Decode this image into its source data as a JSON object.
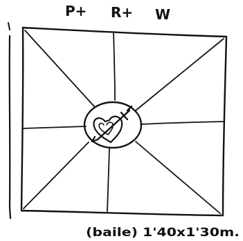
{
  "top_labels": [
    "P+",
    "R+",
    "W"
  ],
  "bottom_caption": "(baile) 1'40x1'30m.",
  "emblem": "heart-pierced-by-sword-icon",
  "colors": {
    "ink": "#111111",
    "paper": "#ffffff"
  }
}
